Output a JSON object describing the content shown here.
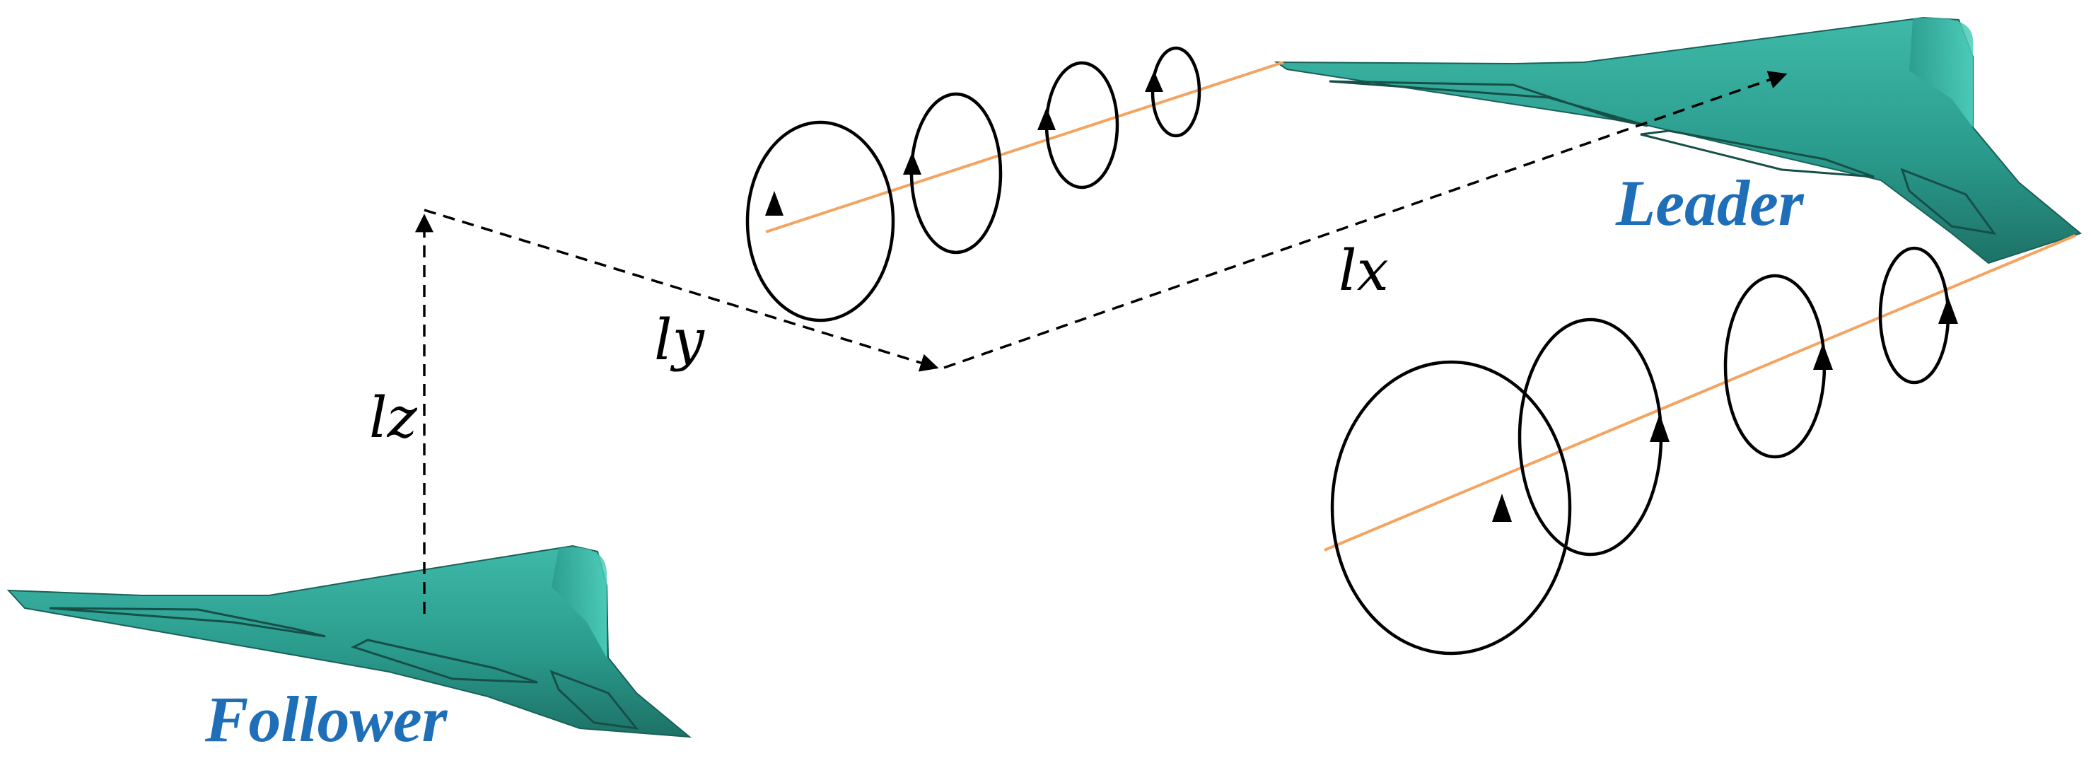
{
  "aircraft": {
    "follower": {
      "label": "Follower",
      "color": "#2a9b8d",
      "label_color": "#1f6fb8"
    },
    "leader": {
      "label": "Leader",
      "color": "#2a9b8d",
      "label_color": "#1f6fb8"
    }
  },
  "distances": {
    "x": {
      "symbol": "l",
      "subscript": "x"
    },
    "y": {
      "symbol": "l",
      "subscript": "y"
    },
    "z": {
      "symbol": "l",
      "subscript": "z"
    }
  },
  "vortex": {
    "line_color": "#f4a460",
    "loop_color": "#000000"
  }
}
